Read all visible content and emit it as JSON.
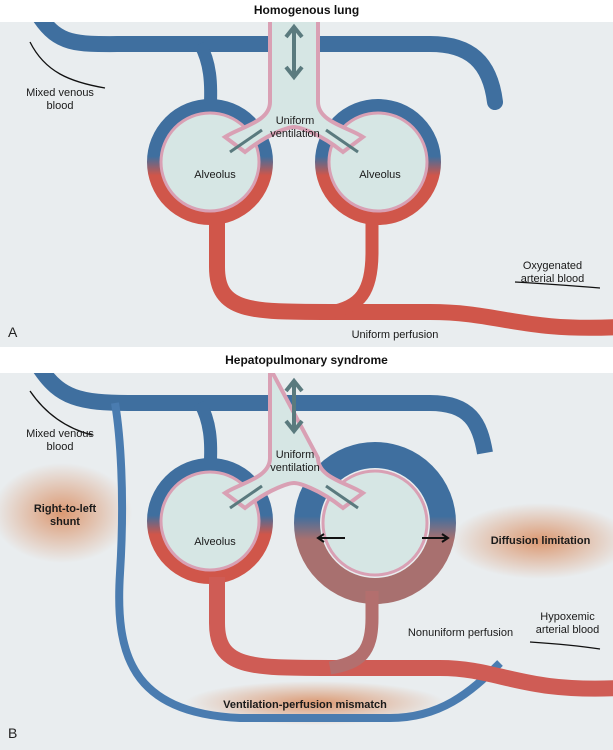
{
  "figure": {
    "panels": [
      {
        "letter": "A",
        "title": "Homogenous lung",
        "labels": {
          "mixed_venous": "Mixed venous\nblood",
          "ventilation": "Uniform\nventilation",
          "alveolus_left": "Alveolus",
          "alveolus_right": "Alveolus",
          "arterial": "Oxygenated\narterial blood",
          "perfusion": "Uniform perfusion"
        }
      },
      {
        "letter": "B",
        "title": "Hepatopulmonary syndrome",
        "labels": {
          "mixed_venous": "Mixed venous\nblood",
          "ventilation": "Uniform\nventilation",
          "alveolus_left": "Alveolus",
          "shunt": "Right-to-left\nshunt",
          "diffusion": "Diffusion limitation",
          "perfusion": "Nonuniform perfusion",
          "arterial": "Hypoxemic\narterial blood",
          "vq": "Ventilation-perfusion mismatch"
        }
      }
    ],
    "colors": {
      "background": "#e9edef",
      "venous": "#3f6f9f",
      "arterial": "#d0564a",
      "mixed": "#a8706f",
      "alveolus": "#d6e6e4",
      "epithelium": "#d9a0b4",
      "highlight": "#d98a5c"
    }
  }
}
